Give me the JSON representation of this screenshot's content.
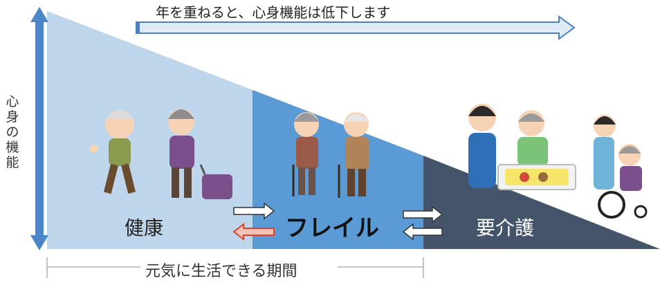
{
  "top_arrow_text": "年を重ねると、心身機能は低下します",
  "y_axis_label": "心身の機能",
  "stages": {
    "healthy": "健康",
    "frail": "フレイル",
    "care": "要介護"
  },
  "period_text": "元気に生活できる期間",
  "colors": {
    "healthy_zone": "#bed6ec",
    "frail_zone": "#5b9bd5",
    "care_zone": "#44546a",
    "arrow_fill": "#deebf7",
    "arrow_stroke": "#4a7fc0",
    "back_arrow": "#e0402b"
  }
}
